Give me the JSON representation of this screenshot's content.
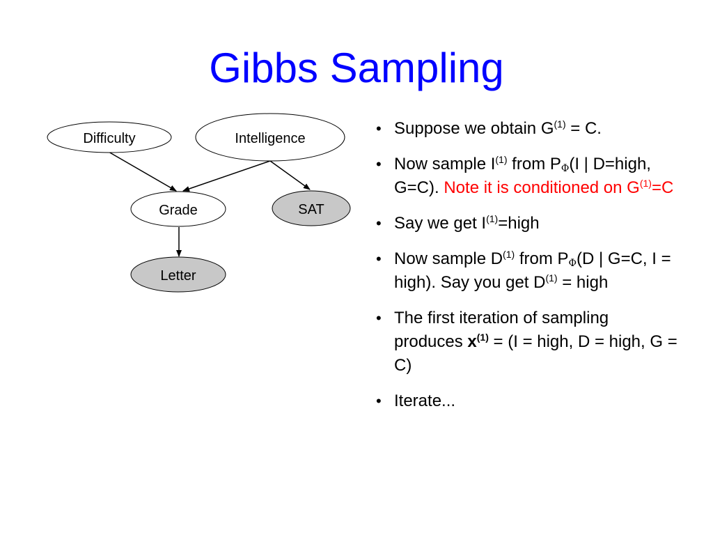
{
  "title": "Gibbs Sampling",
  "colors": {
    "title": "#0000ff",
    "highlight": "#ff0000",
    "observed_node_fill": "#c8c8c8",
    "node_fill": "#ffffff",
    "edge": "#000000"
  },
  "diagram": {
    "nodes": [
      {
        "id": "difficulty",
        "label": "Difficulty",
        "observed": false
      },
      {
        "id": "intelligence",
        "label": "Intelligence",
        "observed": false
      },
      {
        "id": "grade",
        "label": "Grade",
        "observed": false
      },
      {
        "id": "sat",
        "label": "SAT",
        "observed": true
      },
      {
        "id": "letter",
        "label": "Letter",
        "observed": true
      }
    ],
    "edges": [
      {
        "from": "difficulty",
        "to": "grade"
      },
      {
        "from": "intelligence",
        "to": "grade"
      },
      {
        "from": "intelligence",
        "to": "sat"
      },
      {
        "from": "grade",
        "to": "letter"
      }
    ]
  },
  "bullets": {
    "b1": {
      "t1": "Suppose we obtain G",
      "s1": "(1)",
      "t2": " = C."
    },
    "b2": {
      "t1": "Now sample I",
      "s1": "(1)",
      "t2": " from P",
      "sub": "Φ",
      "t3": "(I | D=high, G=C). ",
      "red1": "Note it is conditioned on G",
      "red_s": "(1)",
      "red2": "=C"
    },
    "b3": {
      "t1": "Say we get I",
      "s1": "(1)",
      "t2": "=high"
    },
    "b4": {
      "t1": "Now sample D",
      "s1": "(1)",
      "t2": " from P",
      "sub": "Φ",
      "t3": "(D | G=C, I = high). Say you get D",
      "s2": "(1)",
      "t4": " = high"
    },
    "b5": {
      "t1": "The first iteration of sampling produces ",
      "bold": "x",
      "bold_sup": "(1)",
      "t2": " = (I = high, D = high, G = C)"
    },
    "b6": {
      "t1": "Iterate..."
    }
  }
}
